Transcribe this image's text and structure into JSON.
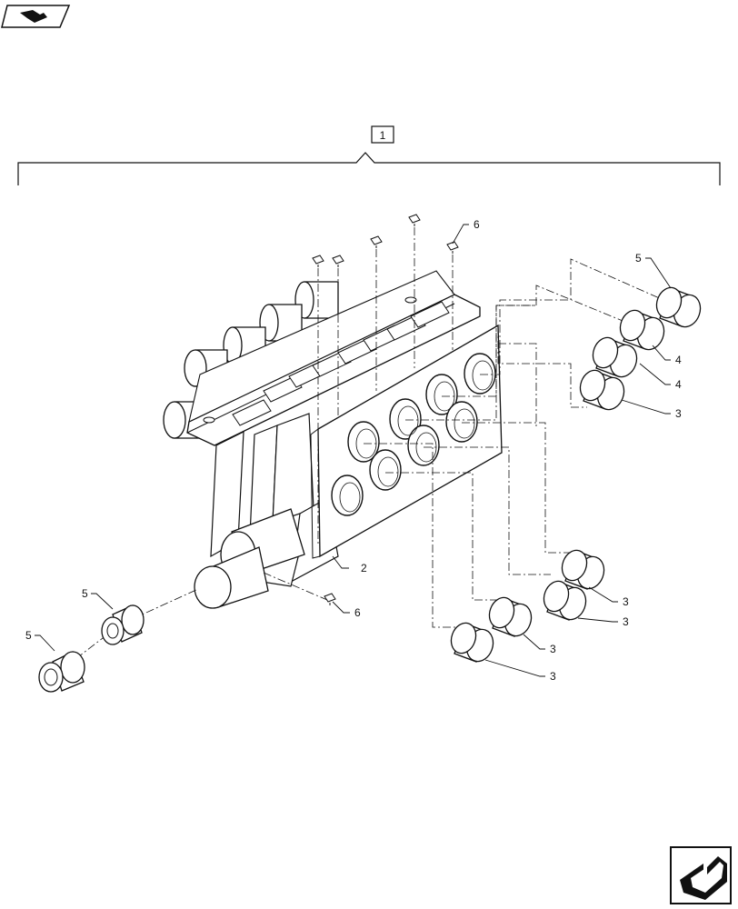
{
  "assembly_ref": "1",
  "callouts": {
    "c2": "2",
    "c3a": "3",
    "c3b": "3",
    "c3c": "3",
    "c3d": "3",
    "c3e": "3",
    "c4a": "4",
    "c4b": "4",
    "c5a": "5",
    "c5b": "5",
    "c5c": "5",
    "c6a": "6",
    "c6b": "6"
  },
  "icons": {
    "top_left": "book-icon",
    "bottom_right": "next-page-arrow-icon"
  }
}
